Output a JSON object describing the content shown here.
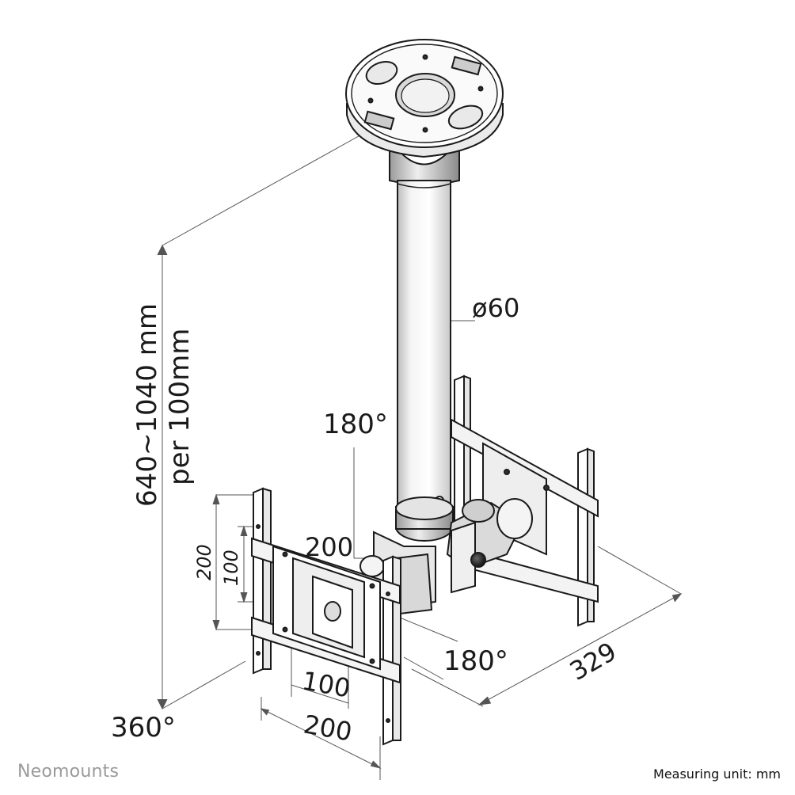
{
  "diagram": {
    "height_range": "640~1040 mm",
    "height_step": "per 100mm",
    "pole_diameter": "ø60",
    "tilt_top": "180°",
    "tilt_bottom": "180°",
    "rotation": "360°",
    "vesa_vertical_outer": "200",
    "vesa_vertical_inner": "100",
    "vesa_horizontal_inner": "100",
    "vesa_horizontal_outer": "200",
    "swivel_angle": "200",
    "depth": "329"
  },
  "brand": "Neomounts",
  "footer": {
    "measuring_unit": "Measuring unit: mm"
  },
  "colors": {
    "line": "#1a1a1a",
    "dim_line": "#555555",
    "fill": "#ffffff",
    "shade": "#dcdcdc",
    "brand": "#9a9a9a"
  }
}
